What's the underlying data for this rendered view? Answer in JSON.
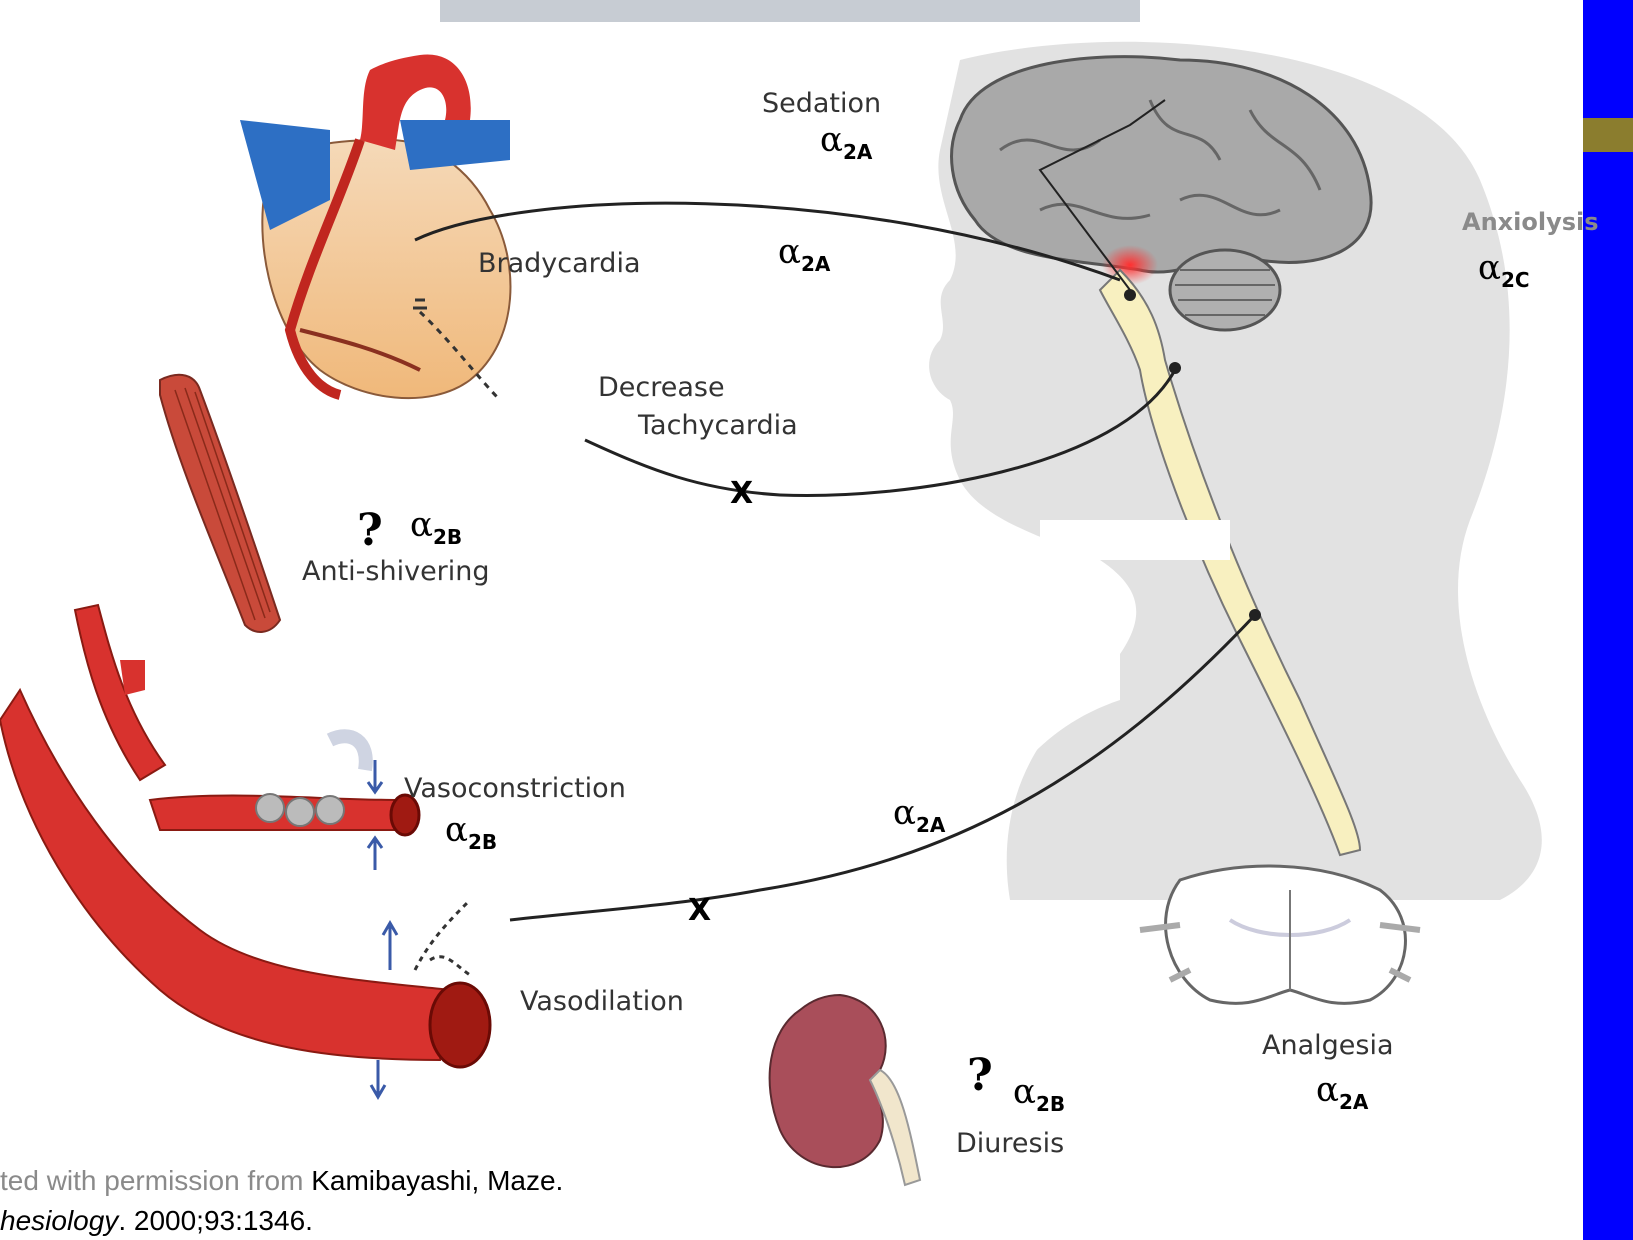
{
  "labels": {
    "sedation": "Sedation",
    "bradycardia": "Bradycardia",
    "decrease": "Decrease",
    "tachycardia": "Tachycardia",
    "anti_shivering": "Anti-shivering",
    "vasoconstriction": "Vasoconstriction",
    "vasodilation": "Vasodilation",
    "analgesia": "Analgesia",
    "diuresis": "Diuresis",
    "anxiolysis": "Anxiolysis"
  },
  "receptors": {
    "alpha": "α",
    "a2a": "2A",
    "a2b": "2B",
    "a2c": "2C",
    "unknown": "?",
    "block": "X"
  },
  "citation": {
    "line1_prefix": "ted with permission from ",
    "line1_authors": "Kamibayashi, Maze.",
    "line2_journal": "hesiology",
    "line2_rest": ". 2000;93:1346."
  },
  "colors": {
    "side_bar": "#0000ff",
    "side_stripe": "#8b7d2e",
    "artery": "#d8322e",
    "vein": "#2d6fc4",
    "head": "#dcdcdc",
    "spinal_cord": "#f8f0c0"
  }
}
